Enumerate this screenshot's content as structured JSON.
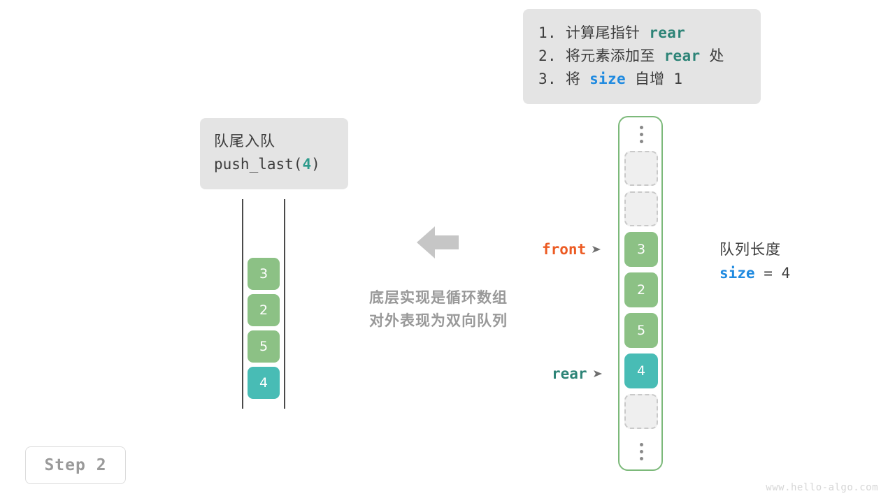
{
  "colors": {
    "green": "#8cc185",
    "teal": "#48bcb5",
    "front_accent": "#ec5b23",
    "rear_accent": "#2d8477",
    "size_accent": "#1f8ae0",
    "container_border": "#7cb97a",
    "callout_bg": "#e4e4e4",
    "caption_gray": "#999999"
  },
  "steps_callout": {
    "lines": [
      {
        "index": "1.",
        "text_before": "计算尾指针",
        "keyword": "rear",
        "keyword_color": "teal",
        "text_after": ""
      },
      {
        "index": "2.",
        "text_before": "将元素添加至",
        "keyword": "rear",
        "keyword_color": "teal",
        "text_after": "处"
      },
      {
        "index": "3.",
        "text_before": "将",
        "keyword": "size",
        "keyword_color": "blue",
        "text_after": "自增 1"
      }
    ]
  },
  "operation_callout": {
    "title": "队尾入队",
    "call_prefix": "push_last(",
    "call_value": "4",
    "call_suffix": ")"
  },
  "left_deque": {
    "label": "deque-open-container",
    "cells": [
      {
        "value": "3",
        "color": "green"
      },
      {
        "value": "2",
        "color": "green"
      },
      {
        "value": "5",
        "color": "green"
      },
      {
        "value": "4",
        "color": "teal"
      }
    ]
  },
  "middle": {
    "arrow_direction": "left",
    "caption_line1": "底层实现是循环数组",
    "caption_line2": "对外表现为双向队列"
  },
  "circular_array": {
    "top_ellipsis": "⋮",
    "bottom_ellipsis": "⋮",
    "slots": [
      {
        "value": "",
        "state": "empty"
      },
      {
        "value": "",
        "state": "empty"
      },
      {
        "value": "3",
        "state": "green"
      },
      {
        "value": "2",
        "state": "green"
      },
      {
        "value": "5",
        "state": "green"
      },
      {
        "value": "4",
        "state": "teal"
      },
      {
        "value": "",
        "state": "empty"
      }
    ]
  },
  "pointers": {
    "front": {
      "label": "front",
      "head": "➤"
    },
    "rear": {
      "label": "rear",
      "head": "➤"
    }
  },
  "size_annotation": {
    "title": "队列长度",
    "var_name": "size",
    "equals": "=",
    "value": "4"
  },
  "step_badge": {
    "label": "Step 2"
  },
  "watermark": {
    "text": "www.hello-algo.com"
  }
}
